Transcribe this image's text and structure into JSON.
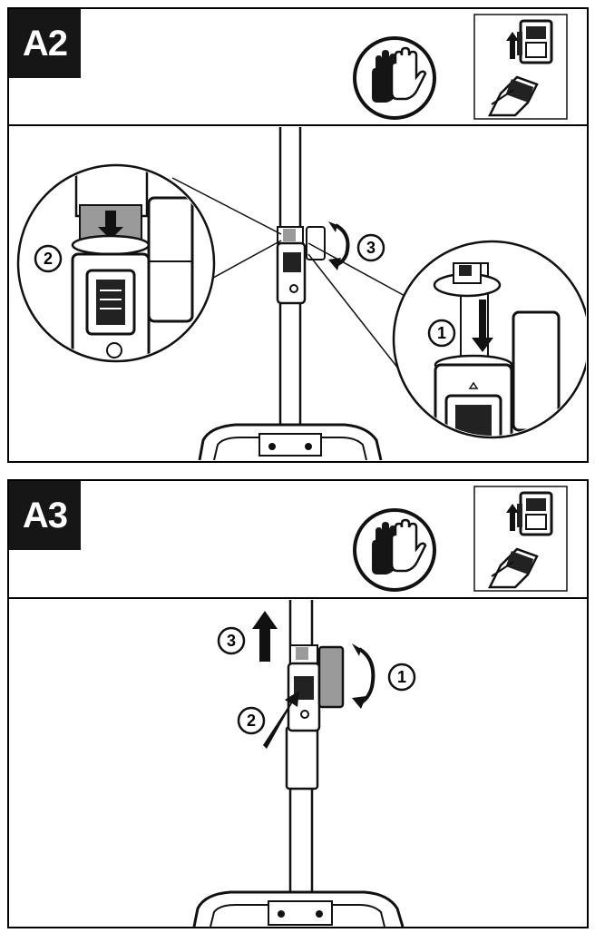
{
  "panels": [
    {
      "id": "A2",
      "title": "A2",
      "callouts": {
        "c1": "1",
        "c2": "2",
        "c3": "3"
      }
    },
    {
      "id": "A3",
      "title": "A3",
      "callouts": {
        "c1": "1",
        "c2": "2",
        "c3": "3"
      }
    }
  ],
  "icons": {
    "glove": "gloves-icon",
    "battery": "battery-removal-icon"
  },
  "colors": {
    "ink": "#111111",
    "gray_fill": "#9a9a9a",
    "background": "#ffffff"
  }
}
